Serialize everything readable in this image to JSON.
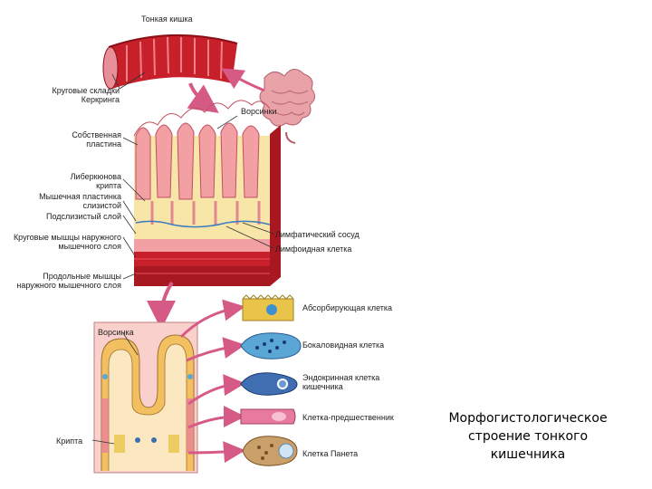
{
  "diagram": {
    "title": "Тонкая кишка",
    "labels": {
      "circular_folds": "Круговые складки Керкринга",
      "villi_top": "Ворсинки",
      "lamina_propria": "Собственная пластина",
      "crypt_top": "Либеркюнова крипта",
      "muscularis_mucosae": "Мышечная пластинка слизистой",
      "submucosa": "Подслизистый слой",
      "circular_muscle": "Круговые мышцы наружного мышечного слоя",
      "longitudinal_muscle": "Продольные мышцы наружного мышечного слоя",
      "lymph_vessel": "Лимфатический сосуд",
      "lymphoid_cell": "Лимфоидная клетка",
      "villus_detail": "Ворсинка",
      "crypt_detail": "Крипта"
    },
    "cells": [
      {
        "name": "Абсорбирующая клетка",
        "color": "#e8c44a"
      },
      {
        "name": "Бокаловидная клетка",
        "color": "#5aa7d6"
      },
      {
        "name": "Эндокринная клетка кишечника",
        "color": "#3f6fb0"
      },
      {
        "name": "Клетка-предшественник",
        "color": "#e87aa0"
      },
      {
        "name": "Клетка Панета",
        "color": "#c9a06a"
      }
    ],
    "colors": {
      "muscle": "#c8202a",
      "muscle_light": "#e8505a",
      "villus": "#f2a0a4",
      "submucosa": "#f7e6a8",
      "arrow": "#d65a86"
    }
  },
  "caption": "Морфогистологическое строение тонкого кишечника"
}
